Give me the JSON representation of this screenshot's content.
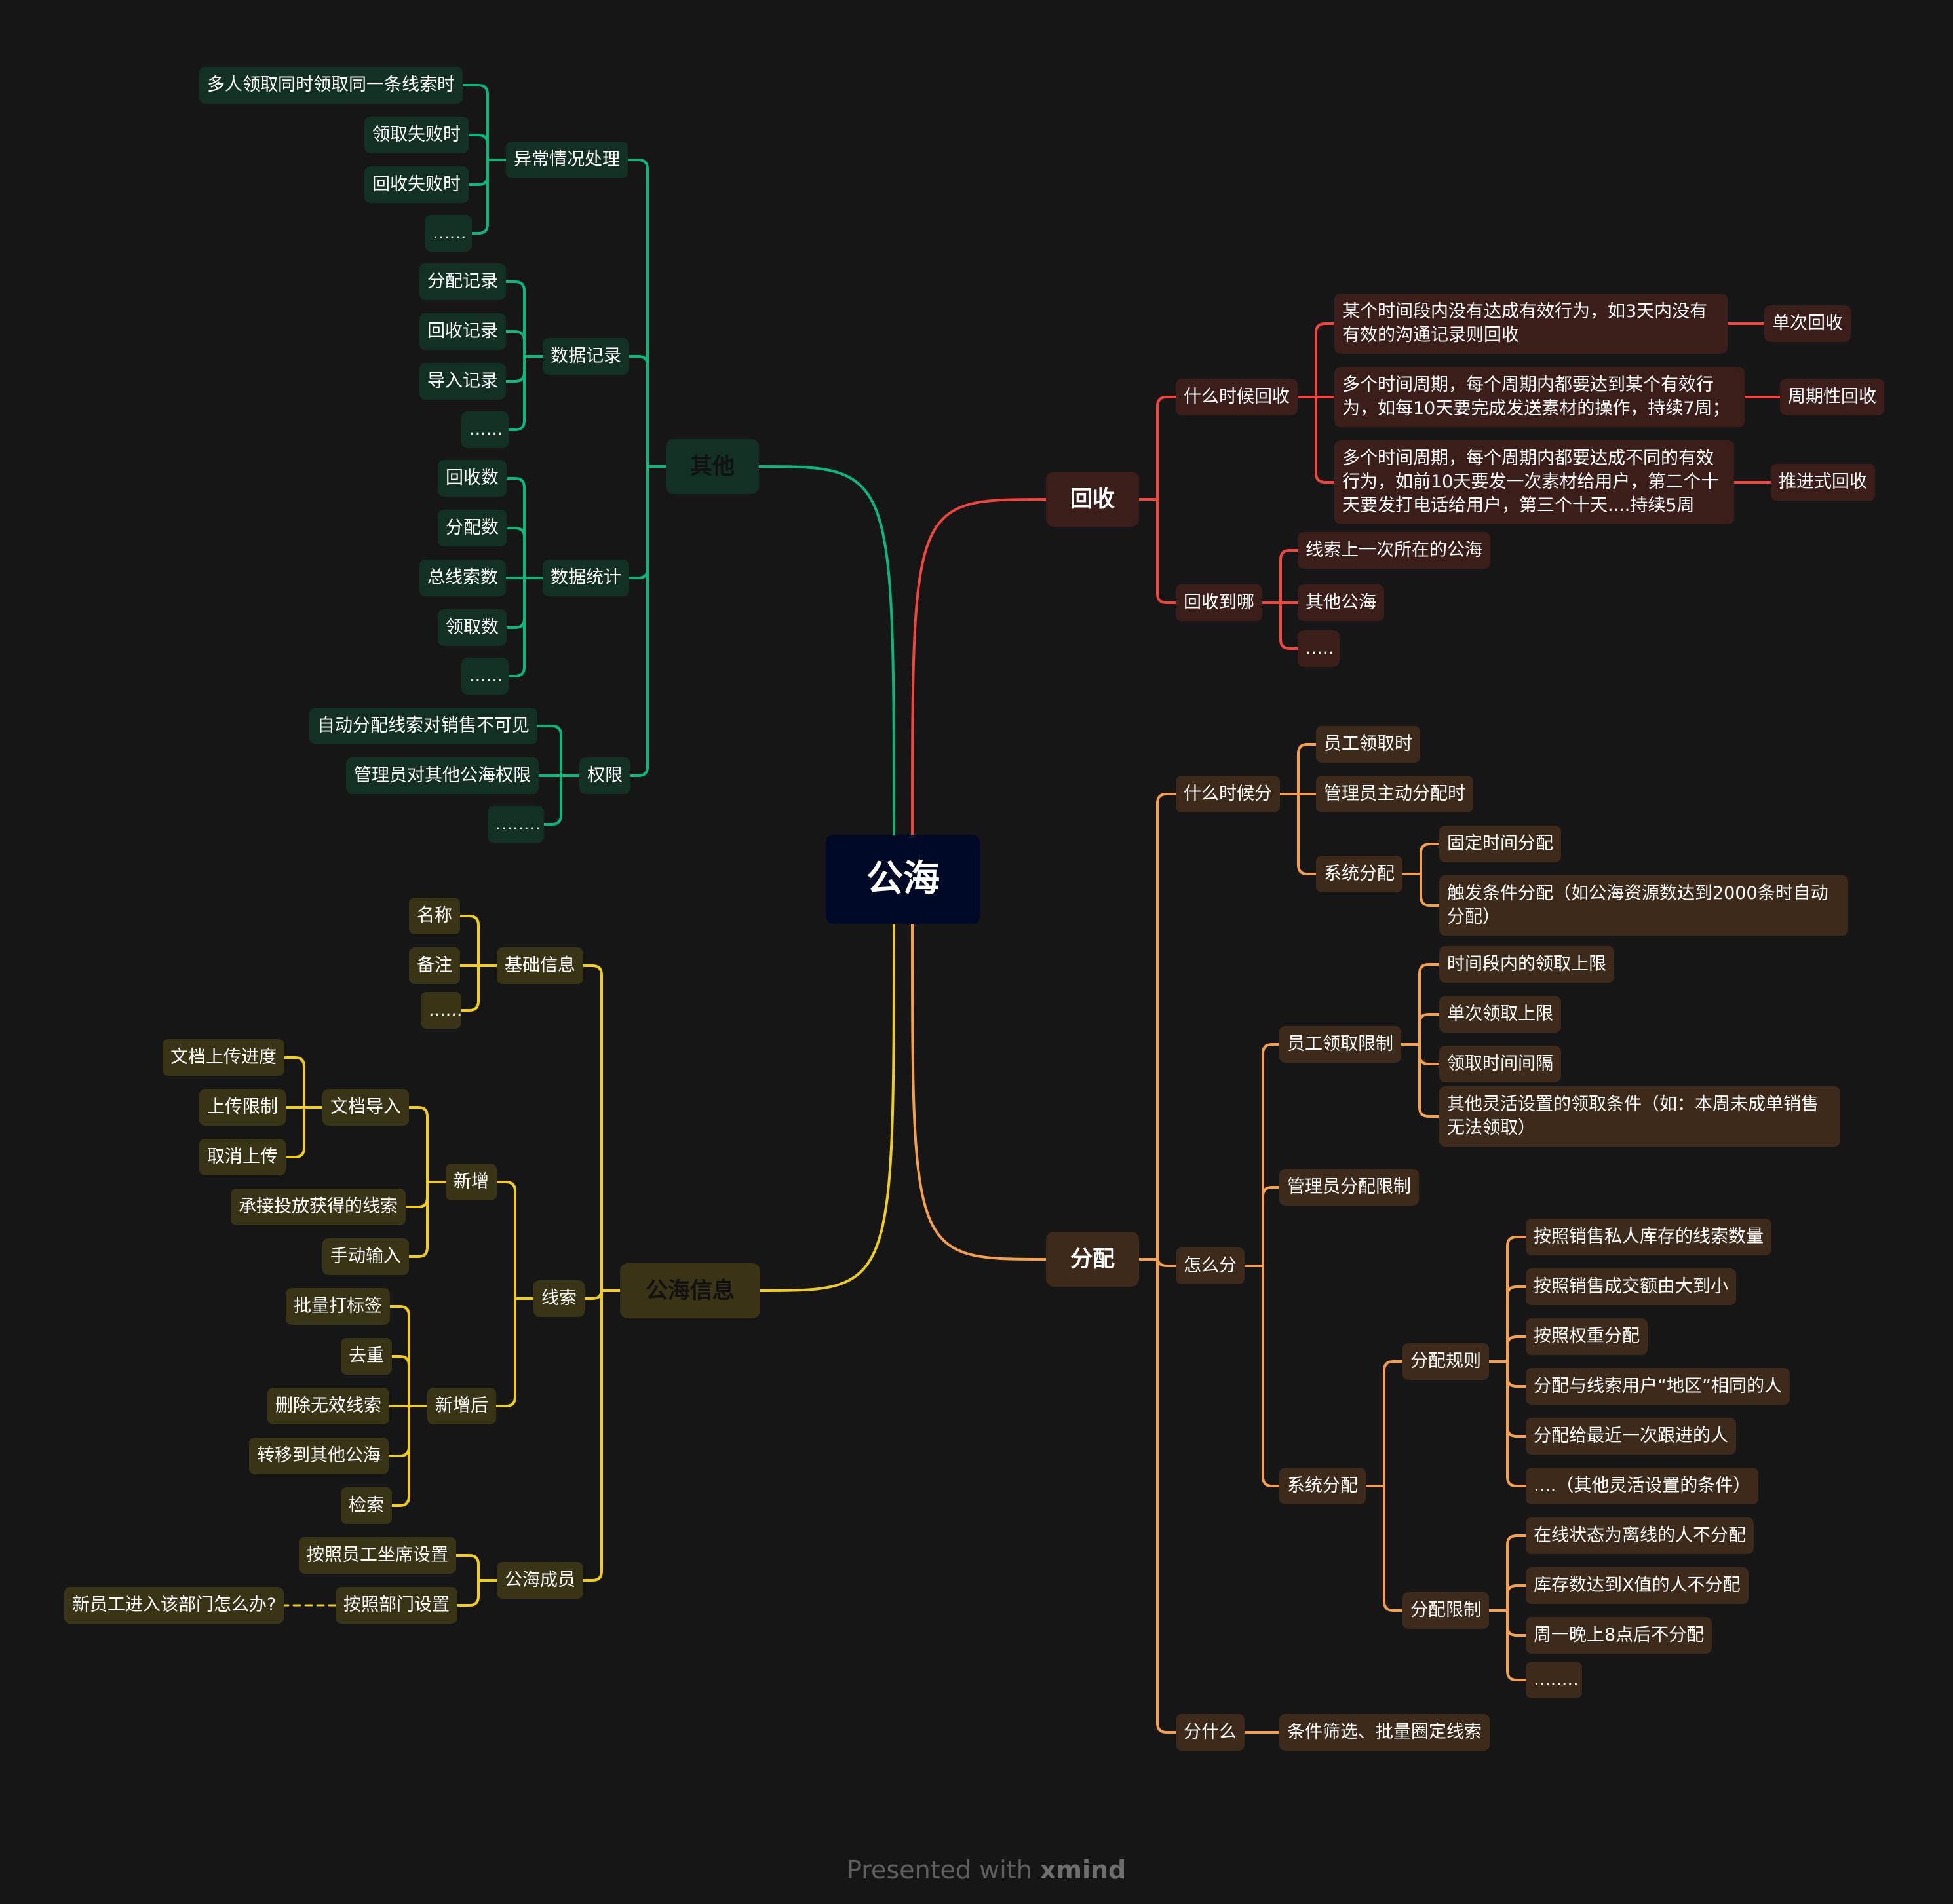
{
  "root": "公海",
  "branches": {
    "huishou": {
      "label": "回收",
      "color": "#f2453d"
    },
    "fenpei": {
      "label": "分配",
      "color": "#f7a04b"
    },
    "gonghaixinxi": {
      "label": "公海信息",
      "color": "#f0cf1c"
    },
    "qita": {
      "label": "其他",
      "color": "#07b87f"
    }
  },
  "huishou": {
    "shenmeshihou": "什么时候回收",
    "h1": "某个时间段内没有达成有效行为，如3天内没有有效的沟通记录则回收",
    "h1tag": "单次回收",
    "h2": "多个时间周期，每个周期内都要达到某个有效行为，如每10天要完成发送素材的操作，持续7周；",
    "h2tag": "周期性回收",
    "h3": "多个时间周期，每个周期内都要达成不同的有效行为，如前10天要发一次素材给用户，第二个十天要发打电话给用户，第三个十天....持续5周",
    "h3tag": "推进式回收",
    "huishoudaona": "回收到哪",
    "d1": "线索上一次所在的公海",
    "d2": "其他公海",
    "d3": "....."
  },
  "fenpei": {
    "shenmeshihoufen": "什么时候分",
    "s1": "员工领取时",
    "s2": "管理员主动分配时",
    "s3": "系统分配",
    "s3a": "固定时间分配",
    "s3b": "触发条件分配（如公海资源数达到2000条时自动分配）",
    "zenmefen": "怎么分",
    "yg": "员工领取限制",
    "yg1": "时间段内的领取上限",
    "yg2": "单次领取上限",
    "yg3": "领取时间间隔",
    "yg4": "其他灵活设置的领取条件（如：本周未成单销售无法领取）",
    "gly": "管理员分配限制",
    "xt": "系统分配",
    "gz": "分配规则",
    "gz1": "按照销售私人库存的线索数量",
    "gz2": "按照销售成交额由大到小",
    "gz3": "按照权重分配",
    "gz4": "分配与线索用户“地区”相同的人",
    "gz5": "分配给最近一次跟进的人",
    "gz6": "....（其他灵活设置的条件）",
    "xz": "分配限制",
    "xz1": "在线状态为离线的人不分配",
    "xz2": "库存数达到X值的人不分配",
    "xz3": "周一晚上8点后不分配",
    "xz4": "........",
    "fenshenme": "分什么",
    "fsm1": "条件筛选、批量圈定线索"
  },
  "xinxi": {
    "jichu": "基础信息",
    "mc": "名称",
    "bz": "备注",
    "jd": "......",
    "xiansuo": "线索",
    "xinzeng": "新增",
    "wdr": "文档导入",
    "wd1": "文档上传进度",
    "wd2": "上传限制",
    "wd3": "取消上传",
    "tf": "承接投放获得的线索",
    "sd": "手动输入",
    "xzh": "新增后",
    "h1": "批量打标签",
    "h2": "去重",
    "h3": "删除无效线索",
    "h4": "转移到其他公海",
    "h5": "检索",
    "cy": "公海成员",
    "cy1": "按照员工坐席设置",
    "cy2": "按照部门设置",
    "cy2q": "新员工进入该部门怎么办?"
  },
  "qita": {
    "yc": "异常情况处理",
    "yc1": "多人领取同时领取同一条线索时",
    "yc2": "领取失败时",
    "yc3": "回收失败时",
    "yc4": "......",
    "sj": "数据记录",
    "sj1": "分配记录",
    "sj2": "回收记录",
    "sj3": "导入记录",
    "sj4": "......",
    "tj": "数据统计",
    "tj1": "回收数",
    "tj2": "分配数",
    "tj3": "总线索数",
    "tj4": "领取数",
    "tj5": "......",
    "qx": "权限",
    "qx1": "自动分配线索对销售不可见",
    "qx2": "管理员对其他公海权限",
    "qx3": "........"
  },
  "watermark": {
    "prefix": "Presented with ",
    "brand": "xmind"
  }
}
